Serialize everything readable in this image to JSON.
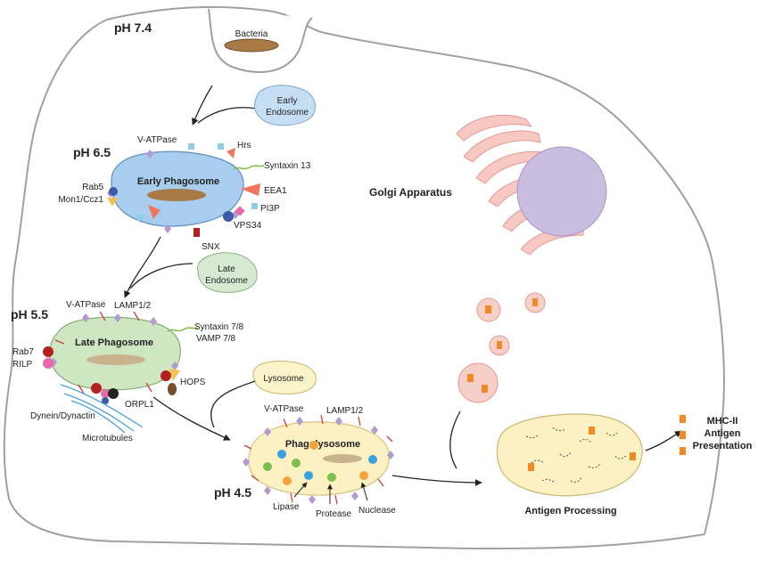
{
  "phases": {
    "ph74": "pH 7.4",
    "ph65": "pH 6.5",
    "ph55": "pH 5.5",
    "ph45": "pH 4.5"
  },
  "bacteria": "Bacteria",
  "early_endosome": [
    "Early",
    "Endosome"
  ],
  "late_endosome": [
    "Late",
    "Endosome"
  ],
  "lysosome": "Lysosome",
  "early_phagosome": {
    "title": "Early Phagosome",
    "v_atpase": "V-ATPase",
    "hrs": "Hrs",
    "syntaxin13": "Syntaxin 13",
    "rab5": "Rab5",
    "mon1": "Mon1/Ccz1",
    "eea1": "EEA1",
    "pi3p": "PI3P",
    "vps34": "VPS34",
    "snx": "SNX"
  },
  "late_phagosome": {
    "title": "Late Phagosome",
    "v_atpase": "V-ATPase",
    "lamp": "LAMP1/2",
    "syntaxin78": "Syntaxin 7/8",
    "vamp78": "VAMP 7/8",
    "rab7": "Rab7",
    "rilp": "RILP",
    "hops": "HOPS",
    "orpl1": "ORPL1",
    "dynein": "Dynein/Dynactin",
    "microtubules": "Microtubules"
  },
  "phagolysosome": {
    "title": "Phagolysosome",
    "v_atpase": "V-ATPase",
    "lamp": "LAMP1/2",
    "lipase": "Lipase",
    "protease": "Protease",
    "nuclease": "Nuclease"
  },
  "golgi": "Golgi Apparatus",
  "antigen_processing": "Antigen Processing",
  "mhc": [
    "MHC-II",
    "Antigen",
    "Presentation"
  ],
  "colors": {
    "cell_outline": "#a0a0a0",
    "early_phagosome": "#a9cdee",
    "late_phagosome": "#cfe6c3",
    "phagolysosome": "#fbf1c2",
    "early_endosome": "#c6def4",
    "late_endosome": "#d5ead0",
    "lysosome": "#fbf3c9",
    "golgi_cisternae": "#f8c9c3",
    "golgi_nucleus": "#cbbde0",
    "vesicle": "#f7cfc9",
    "bacteria": "#a87a45",
    "mhc_orange": "#f08a24",
    "rab_red": "#b32020",
    "rab_blue": "#3a5aa8",
    "pink": "#e86aa8"
  }
}
